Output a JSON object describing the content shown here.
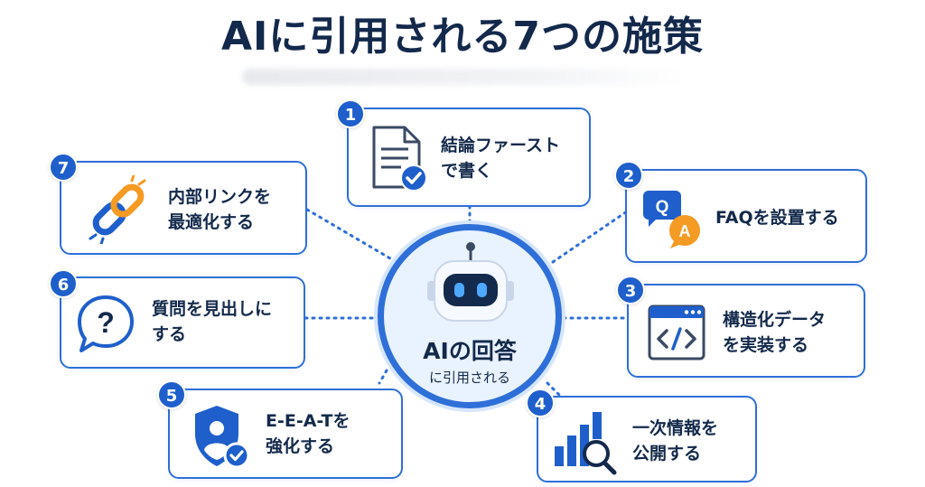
{
  "title": "AIに引用される7つの施策",
  "center": {
    "title": "AIの回答",
    "subtitle": "に引用される"
  },
  "items": [
    {
      "num": "1",
      "label": "結論ファースト\nで書く"
    },
    {
      "num": "2",
      "label": "FAQを設置する",
      "icon_text_q": "Q",
      "icon_text_a": "A"
    },
    {
      "num": "3",
      "label": "構造化データ\nを実装する"
    },
    {
      "num": "4",
      "label": "一次情報を\n公開する"
    },
    {
      "num": "5",
      "label": "E-E-A-Tを\n強化する"
    },
    {
      "num": "6",
      "label": "質問を見出しに\nする",
      "icon_text": "?"
    },
    {
      "num": "7",
      "label": "内部リンクを\n最適化する"
    }
  ],
  "colors": {
    "primary": "#1f5fcc",
    "border": "#2e6fd8",
    "text": "#13294b",
    "accent_orange": "#f59a23"
  },
  "icons": [
    "document-check-icon",
    "qa-bubbles-icon",
    "code-window-icon",
    "bar-chart-search-icon",
    "shield-user-icon",
    "question-bubble-icon",
    "chain-link-icon",
    "robot-icon"
  ]
}
